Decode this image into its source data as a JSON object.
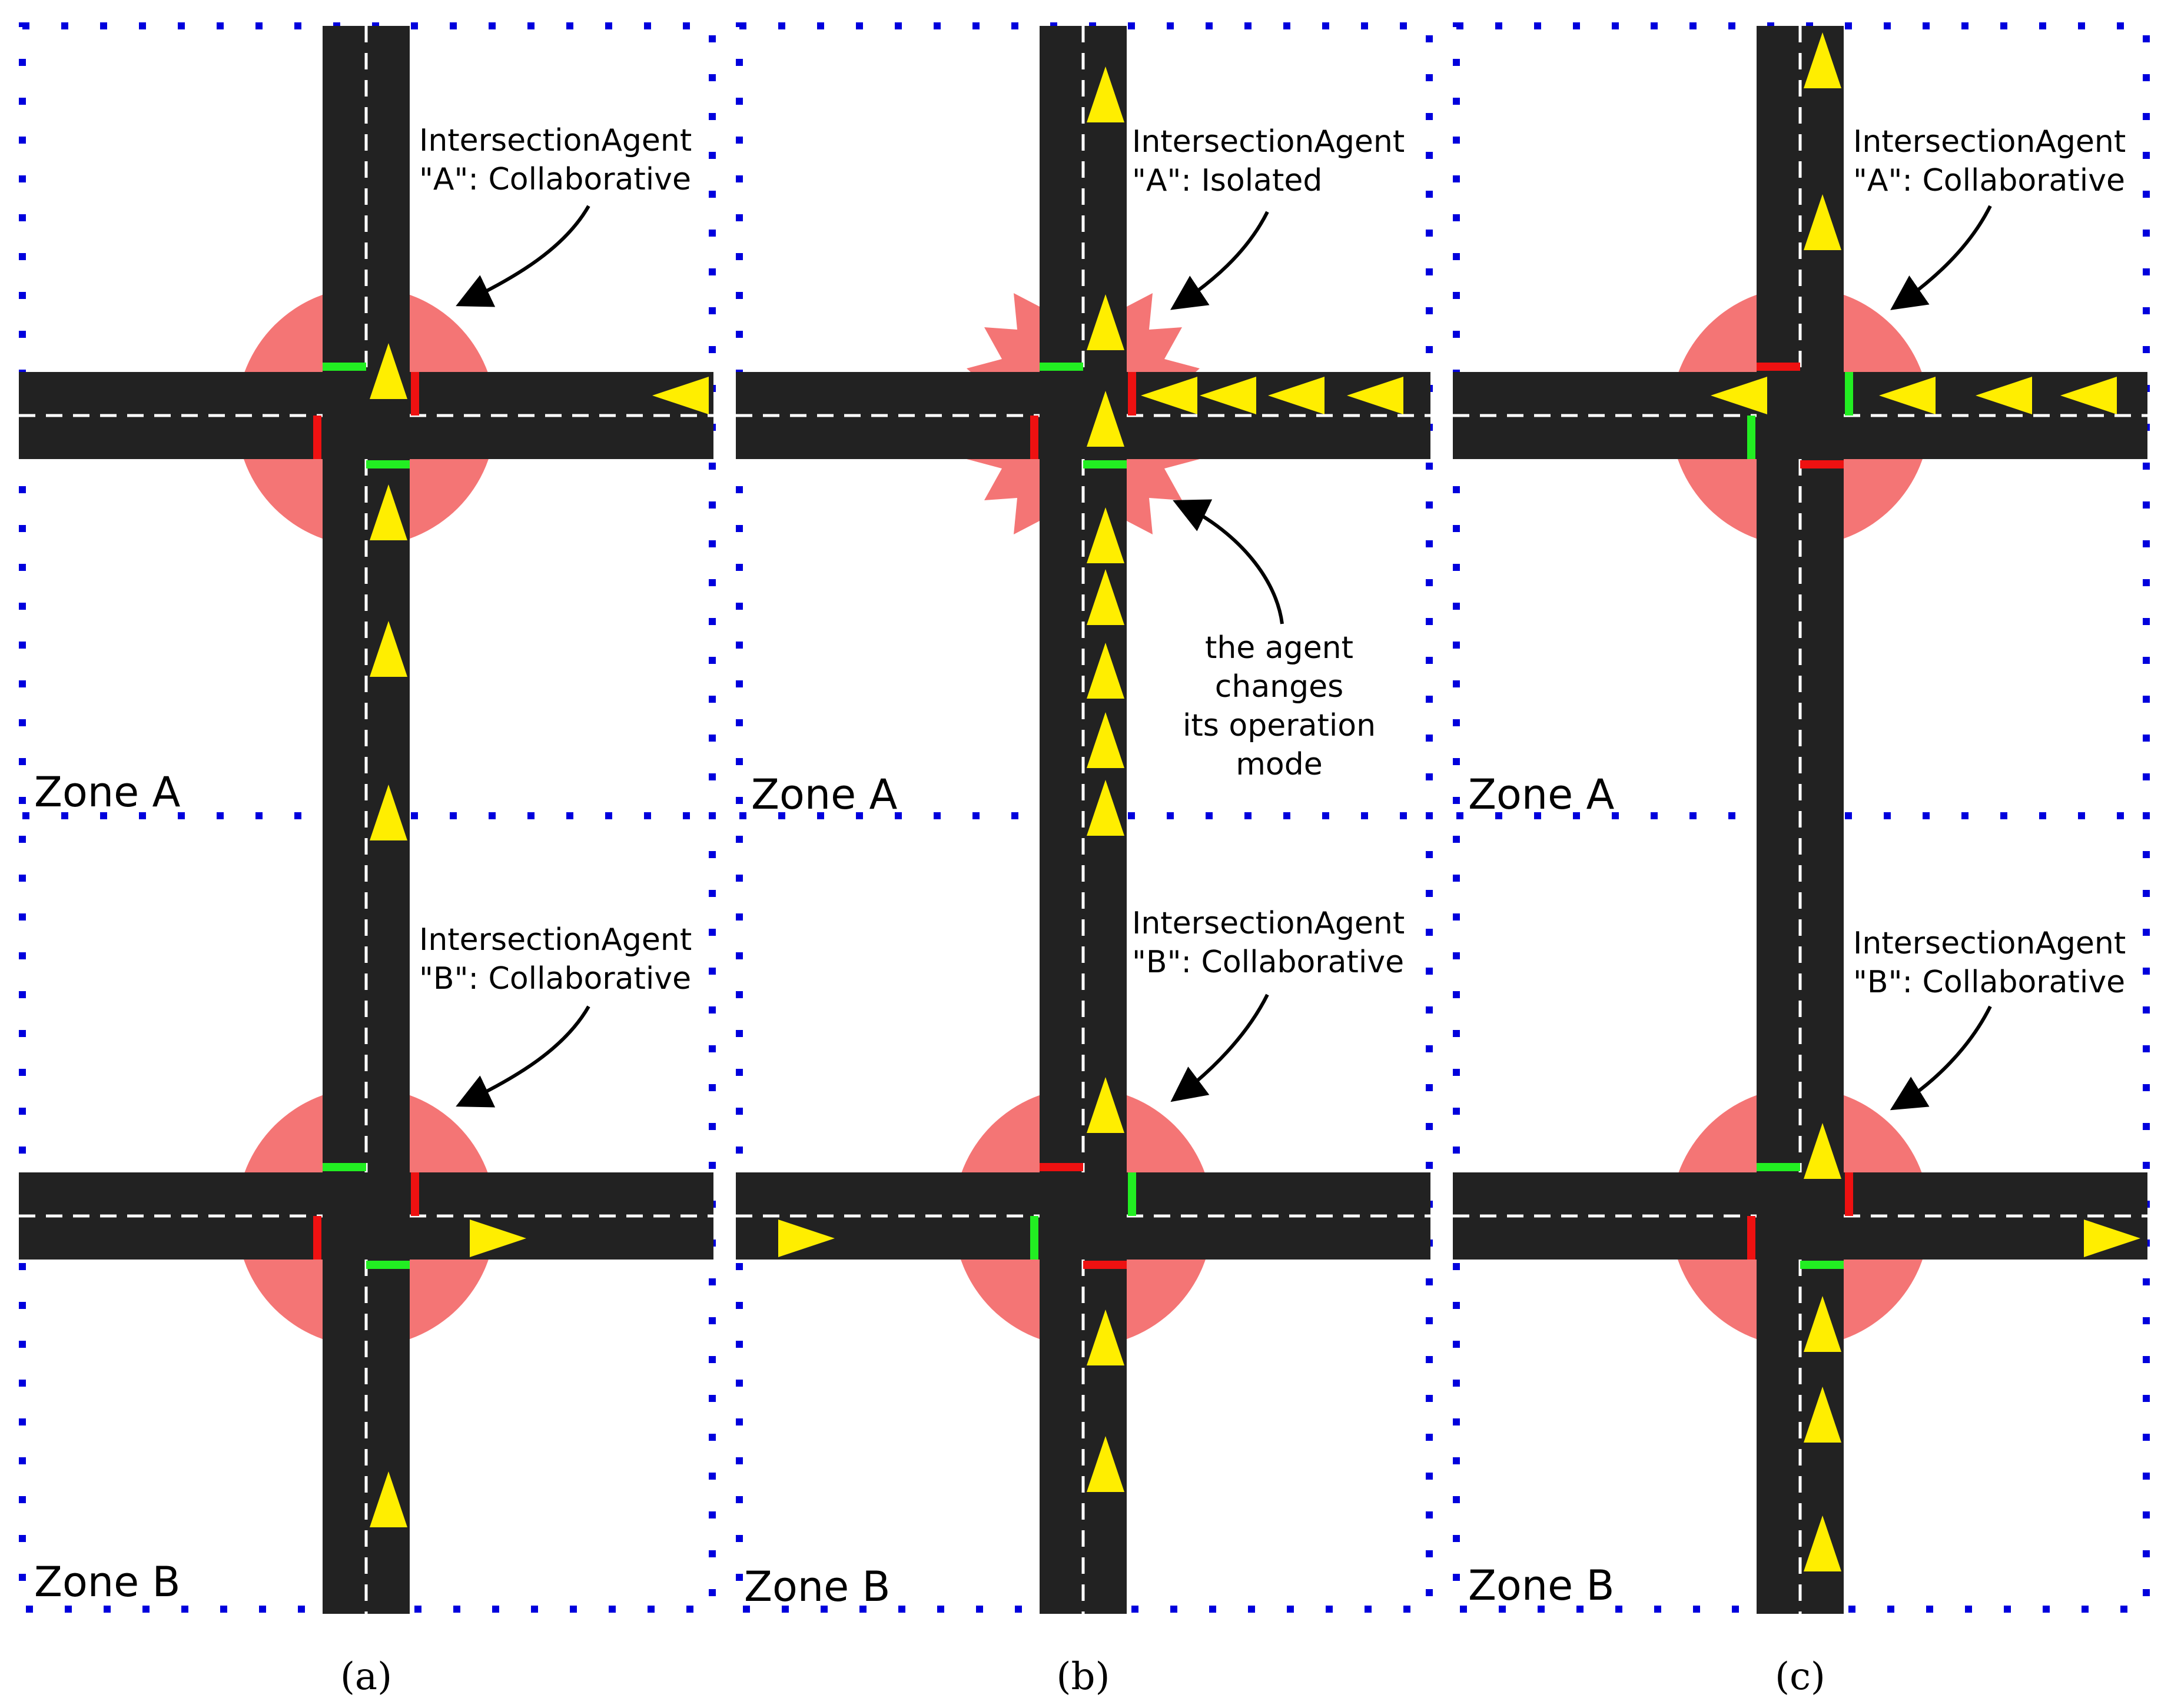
{
  "colors": {
    "road": "#222222",
    "lane_marking": "#ffffff",
    "zone_border": "#0000dd",
    "intersection_zone": "#f47575",
    "vehicle": "#ffee00",
    "signal_green": "#22ee22",
    "signal_red": "#ee1111"
  },
  "icons": {
    "vehicle": "yellow-triangle-vehicle-icon",
    "collaborative_intersection": "circle-agent-area",
    "isolated_intersection": "starburst-agent-area",
    "annotation": "curved-arrow"
  },
  "panels": [
    {
      "caption": "(a)",
      "zone_a": "Zone A",
      "zone_b": "Zone B",
      "agent_a": {
        "line1": "IntersectionAgent",
        "line2": "\"A\": Collaborative"
      },
      "agent_b": {
        "line1": "IntersectionAgent",
        "line2": "\"B\": Collaborative"
      },
      "note": []
    },
    {
      "caption": "(b)",
      "zone_a": "Zone A",
      "zone_b": "Zone B",
      "agent_a": {
        "line1": "IntersectionAgent",
        "line2": "\"A\": Isolated"
      },
      "agent_b": {
        "line1": "IntersectionAgent",
        "line2": "\"B\": Collaborative"
      },
      "note": [
        "the agent",
        "changes",
        "its operation",
        "mode"
      ]
    },
    {
      "caption": "(c)",
      "zone_a": "Zone A",
      "zone_b": "Zone B",
      "agent_a": {
        "line1": "IntersectionAgent",
        "line2": "\"A\": Collaborative"
      },
      "agent_b": {
        "line1": "IntersectionAgent",
        "line2": "\"B\": Collaborative"
      },
      "note": []
    }
  ]
}
